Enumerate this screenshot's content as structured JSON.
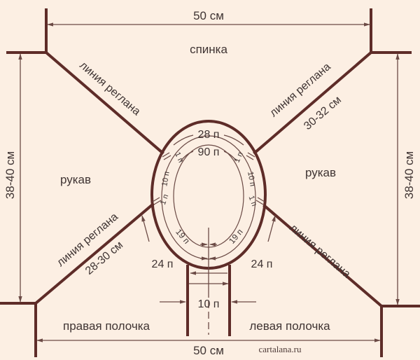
{
  "diagram": {
    "title": "Raglan yoke knitting schema",
    "colors": {
      "background": "#fcefe3",
      "outline": "#5e2c28",
      "dimension_line": "#6b4a45",
      "text": "#3f3433"
    },
    "pieces": {
      "back": "спинка",
      "right_sleeve": "рукав",
      "left_sleeve": "рукав",
      "right_front": "правая полочка",
      "left_front": "левая полочка"
    },
    "dimensions": {
      "top_width": "50 см",
      "bottom_width": "50 см",
      "left_height": "38-40 см",
      "right_height": "38-40 см"
    },
    "raglan": {
      "top_left_label": "линия реглана",
      "top_right_label": "линия реглана",
      "top_right_length": "30-32 см",
      "bottom_left_label": "линия реглана",
      "bottom_left_length": "28-30 см",
      "bottom_right_label": "линия реглана"
    },
    "neckline": {
      "outer_top": "28 п",
      "inner_top": "90 п",
      "left_1_top": "1 п",
      "left_10": "10 п",
      "left_1_bottom": "1 п",
      "right_1_top": "1 п",
      "right_10": "10 п",
      "right_1_bottom": "1 п",
      "left_19": "19 п",
      "right_19": "19 п",
      "left_24": "24 п",
      "right_24": "24 п",
      "placket": "10 п"
    },
    "watermark": "cartalana.ru"
  }
}
